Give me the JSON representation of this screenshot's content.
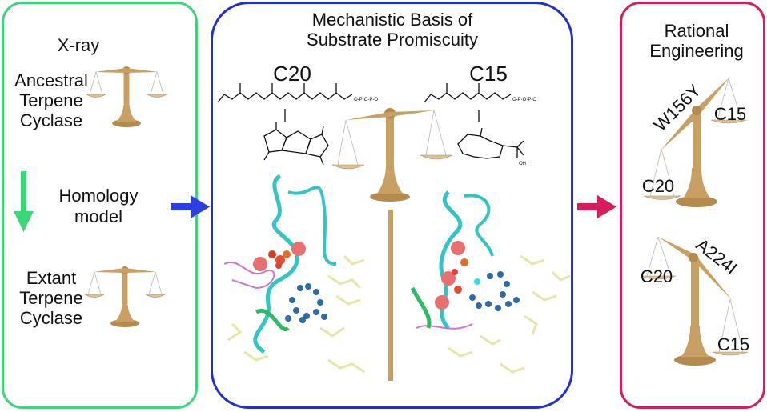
{
  "left": {
    "xray": "X-ray",
    "ancestral": [
      "Ancestral",
      "Terpene",
      "Cyclase"
    ],
    "homology": [
      "Homology",
      "model"
    ],
    "extant": [
      "Extant",
      "Terpene",
      "Cyclase"
    ]
  },
  "middle": {
    "title": [
      "Mechanistic Basis of",
      "Substrate Promiscuity"
    ],
    "c20": "C20",
    "c15": "C15"
  },
  "right": {
    "title": [
      "Rational",
      "Engineering"
    ],
    "top_mutation": "W156Y",
    "top_c15": "C15",
    "top_c20": "C20",
    "bottom_mutation": "A224I",
    "bottom_c20": "C20",
    "bottom_c15": "C15"
  },
  "colors": {
    "left_border": "#3cd678",
    "middle_border": "#1f2fd0",
    "right_border": "#d41d59",
    "blue_arrow": "#2e3fe0",
    "pink_arrow": "#d41d59",
    "green_arrow": "#3cd678",
    "balance": "#c9a064"
  }
}
